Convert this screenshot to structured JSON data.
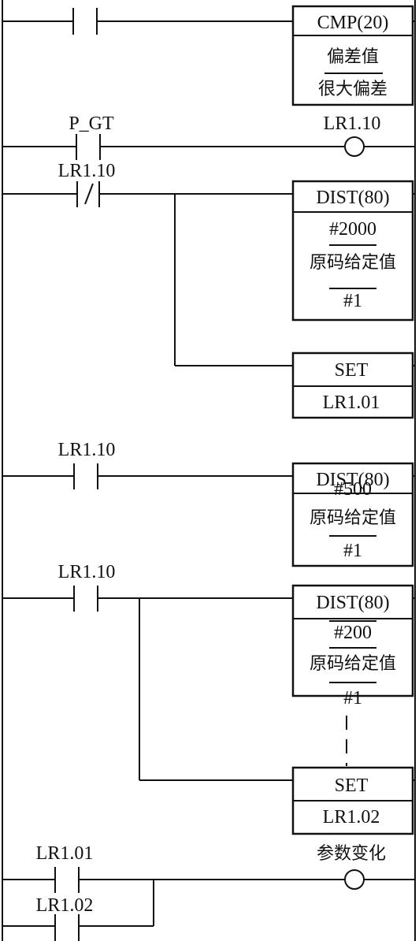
{
  "rungs": [
    {
      "box": {
        "op": "CMP(20)",
        "lines": [
          "偏差值",
          "很大偏差"
        ]
      }
    },
    {
      "contact_label": "P_GT",
      "coil_label": "LR1.10"
    },
    {
      "contact_label": "LR1.10",
      "box": {
        "op": "DIST(80)",
        "lines": [
          "#2000",
          "原码给定值",
          "#1"
        ]
      },
      "branch_box": {
        "op": "SET",
        "operand": "LR1.01"
      }
    },
    {
      "contact_label": "LR1.10",
      "box": {
        "op": "DIST(80)",
        "lines": [
          "#500",
          "原码给定值",
          "#1"
        ]
      }
    },
    {
      "contact_label": "LR1.10",
      "box": {
        "op": "DIST(80)",
        "lines": [
          "#200",
          "原码给定值",
          "#1"
        ]
      },
      "branch_box": {
        "op": "SET",
        "operand": "LR1.02"
      }
    },
    {
      "contact_label": "LR1.01",
      "contact2_label": "LR1.02",
      "coil_label": "参数变化"
    }
  ]
}
